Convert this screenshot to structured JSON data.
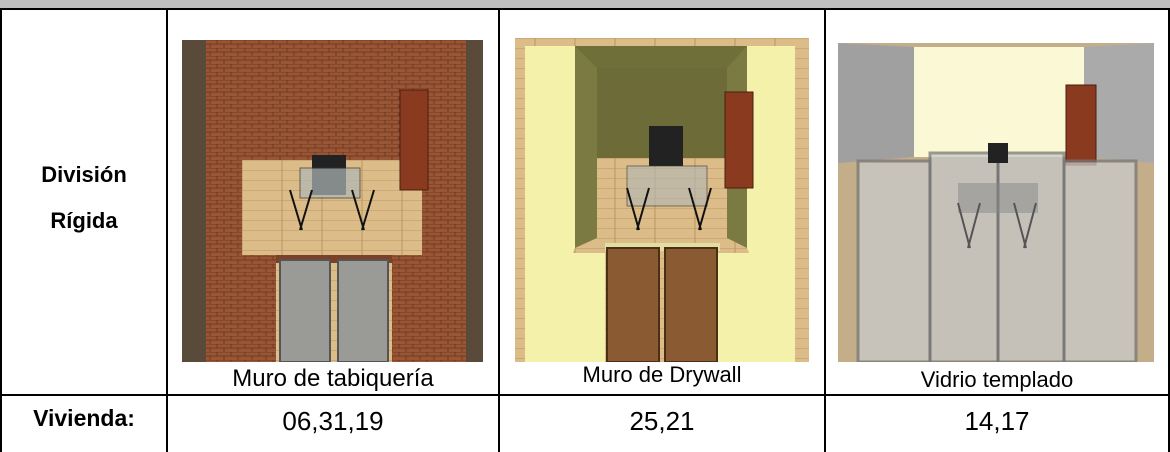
{
  "row1": {
    "label_line1": "División",
    "label_line2": "Rígida",
    "options": [
      {
        "caption": "Muro de tabiquería",
        "image_icon": "brick-wall-office-render"
      },
      {
        "caption": "Muro de Drywall",
        "image_icon": "drywall-office-render"
      },
      {
        "caption": "Vidrio templado",
        "image_icon": "glass-office-render"
      }
    ]
  },
  "row2": {
    "label": "Vivienda:",
    "values": [
      "06,31,19",
      "25,21",
      "14,17"
    ]
  },
  "colors": {
    "brick": "#8b4a2f",
    "drywall": "#f2f0a6",
    "glass": "#b9bcbc",
    "floor": "#d9b884",
    "header_band": "#bfbfbf"
  }
}
